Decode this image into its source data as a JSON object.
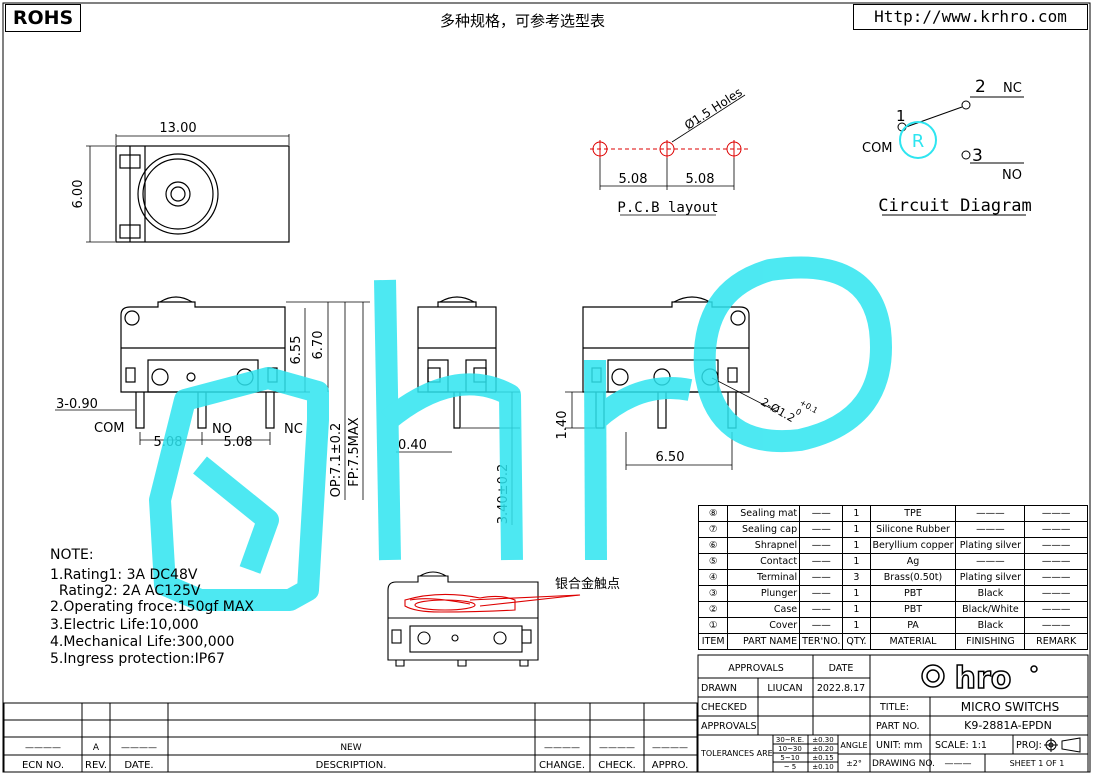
{
  "header": {
    "rohs": "ROHS",
    "title": "多种规格，可参考选型表",
    "url": "Http://www.krhro.com"
  },
  "dims": {
    "top_width": "13.00",
    "top_height": "6.00",
    "h655": "6.55",
    "h670": "6.70",
    "pin_thick": "3-0.90",
    "pitch_a": "5.08",
    "pitch_b": "5.08",
    "op": "OP:7.1±0.2",
    "fp": "FP:7.5MAX",
    "side_040": "0.40",
    "side_340": "3.40±0.2",
    "r_140": "1.40",
    "r_650": "6.50",
    "r_hole": "2-Ø1.2",
    "r_hole_tol": "+0.1",
    "r_hole_tol2": "0"
  },
  "pins": {
    "com": "COM",
    "no": "NO",
    "nc": "NC"
  },
  "pcb": {
    "holes": "Ø1.5 Holes",
    "d1": "5.08",
    "d2": "5.08",
    "label": "P.C.B layout"
  },
  "circuit": {
    "n1": "1",
    "n2": "2",
    "n3": "3",
    "com": "COM",
    "nc": "NC",
    "no": "NO",
    "label": "Circuit Diagram"
  },
  "contact_label": "银合金触点",
  "notes": {
    "heading": "NOTE:",
    "lines": [
      "1.Rating1: 3A DC48V",
      "  Rating2: 2A AC125V",
      "2.Operating froce:150gf MAX",
      "3.Electric Life:10,000",
      "4.Mechanical Life:300,000",
      "5.Ingress protection:IP67"
    ]
  },
  "bom": {
    "rows": [
      {
        "no": "⑧",
        "name": "Sealing mat",
        "ter": "——",
        "qty": "1",
        "mat": "TPE",
        "fin": "———",
        "rem": "———"
      },
      {
        "no": "⑦",
        "name": "Sealing cap",
        "ter": "——",
        "qty": "1",
        "mat": "Silicone Rubber",
        "fin": "———",
        "rem": "———"
      },
      {
        "no": "⑥",
        "name": "Shrapnel",
        "ter": "——",
        "qty": "1",
        "mat": "Beryllium copper",
        "fin": "Plating silver",
        "rem": "———"
      },
      {
        "no": "⑤",
        "name": "Contact",
        "ter": "——",
        "qty": "1",
        "mat": "Ag",
        "fin": "———",
        "rem": "———"
      },
      {
        "no": "④",
        "name": "Terminal",
        "ter": "——",
        "qty": "3",
        "mat": "Brass(0.50t)",
        "fin": "Plating silver",
        "rem": "———"
      },
      {
        "no": "③",
        "name": "Plunger",
        "ter": "——",
        "qty": "1",
        "mat": "PBT",
        "fin": "Black",
        "rem": "———"
      },
      {
        "no": "②",
        "name": "Case",
        "ter": "——",
        "qty": "1",
        "mat": "PBT",
        "fin": "Black/White",
        "rem": "———"
      },
      {
        "no": "①",
        "name": "Cover",
        "ter": "——",
        "qty": "1",
        "mat": "PA",
        "fin": "Black",
        "rem": "———"
      }
    ],
    "header": {
      "no": "ITEM",
      "name": "PART NAME",
      "ter": "TER'NO.",
      "qty": "QTY.",
      "mat": "MATERIAL",
      "fin": "FINISHING",
      "rem": "REMARK"
    }
  },
  "titleblock": {
    "approvals_h": "APPROVALS",
    "date_h": "DATE",
    "drawn": "DRAWN",
    "drawn_by": "LIUCAN",
    "drawn_date": "2022.8.17",
    "checked": "CHECKED",
    "approvals": "APPROVALS",
    "tolerances": "TOLERANCES ARE",
    "tol_rows": [
      {
        "range": "30~R.E.",
        "tol": "±0.30"
      },
      {
        "range": "10~30",
        "tol": "±0.20"
      },
      {
        "range": "5~10",
        "tol": "±0.15"
      },
      {
        "range": "~ 5",
        "tol": "±0.10"
      }
    ],
    "angle": "ANGLE",
    "angle_tol": "±2°",
    "logo": "hro",
    "title_label": "TITLE:",
    "title_value": "MICRO SWITCHS",
    "part_label": "PART NO.",
    "part_value": "K9-2881A-EPDN",
    "unit": "UNIT: mm",
    "scale": "SCALE:  1:1",
    "proj": "PROJ:",
    "drawing_no": "DRAWING NO.",
    "drawing_no_value": "———",
    "sheet": "SHEET  1 OF 1"
  },
  "revision": {
    "ecn": "ECN NO.",
    "rev": "REV.",
    "date": "DATE.",
    "desc": "DESCRIPTION.",
    "change": "CHANGE.",
    "check": "CHECK.",
    "appro": "APPRO.",
    "row_rev": "A",
    "row_desc": "NEW",
    "dash": "————"
  },
  "watermark": {
    "text": "hro",
    "color": "#2EE5F0"
  }
}
